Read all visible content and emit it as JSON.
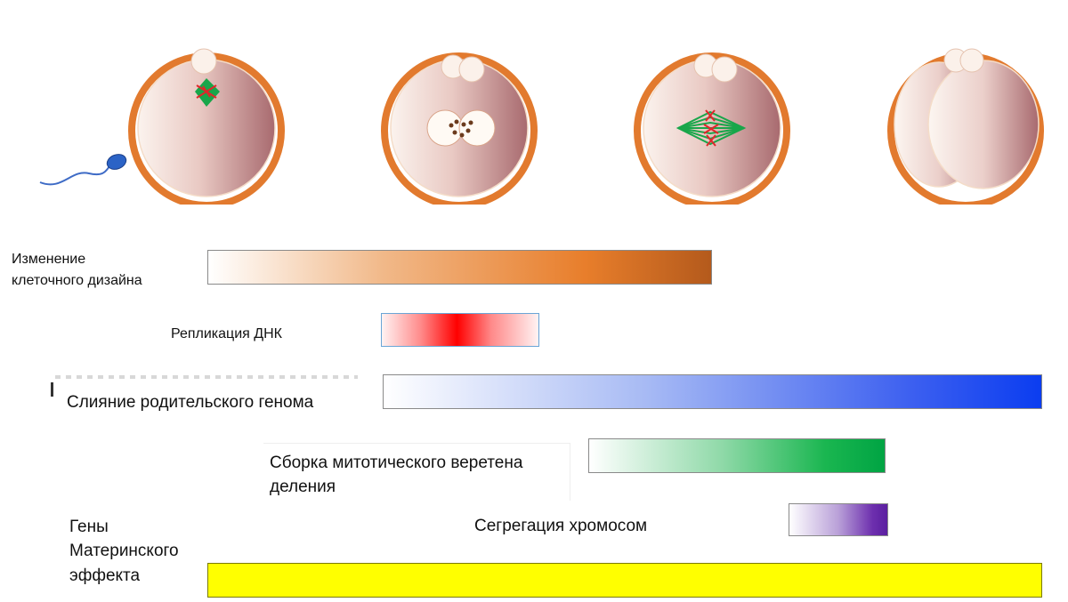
{
  "rows": [
    {
      "id": "cell-design",
      "label_lines": [
        "Изменение",
        "клеточного дизайна"
      ],
      "gradient_color": "#b45a1c"
    },
    {
      "id": "dna-replication",
      "label": "Репликация ДНК",
      "gradient_color": "#ff0000"
    },
    {
      "id": "genome-fusion",
      "label": "Слияние родительского генома",
      "gradient_color": "#0b3df0"
    },
    {
      "id": "spindle",
      "label_lines": [
        "Сборка митотического веретена",
        "деления"
      ],
      "gradient_color": "#00a443"
    },
    {
      "id": "chromosome-segregation",
      "label": "Сегрегация хромосом",
      "gradient_color": "#5b1fa0"
    },
    {
      "id": "maternal-genes",
      "label_lines": [
        "Гены",
        "Материнского",
        "эффекта"
      ],
      "gradient_color": "#ffff00"
    }
  ],
  "stages": [
    "fertilization",
    "pronuclei",
    "metaphase-spindle",
    "two-cell"
  ],
  "colors": {
    "zona": "#e27a2e",
    "cytoplasm": "#c58b8d",
    "spindle": "#18a64a",
    "chromosomes": "#e0262a",
    "sperm": "#2b63c6"
  }
}
